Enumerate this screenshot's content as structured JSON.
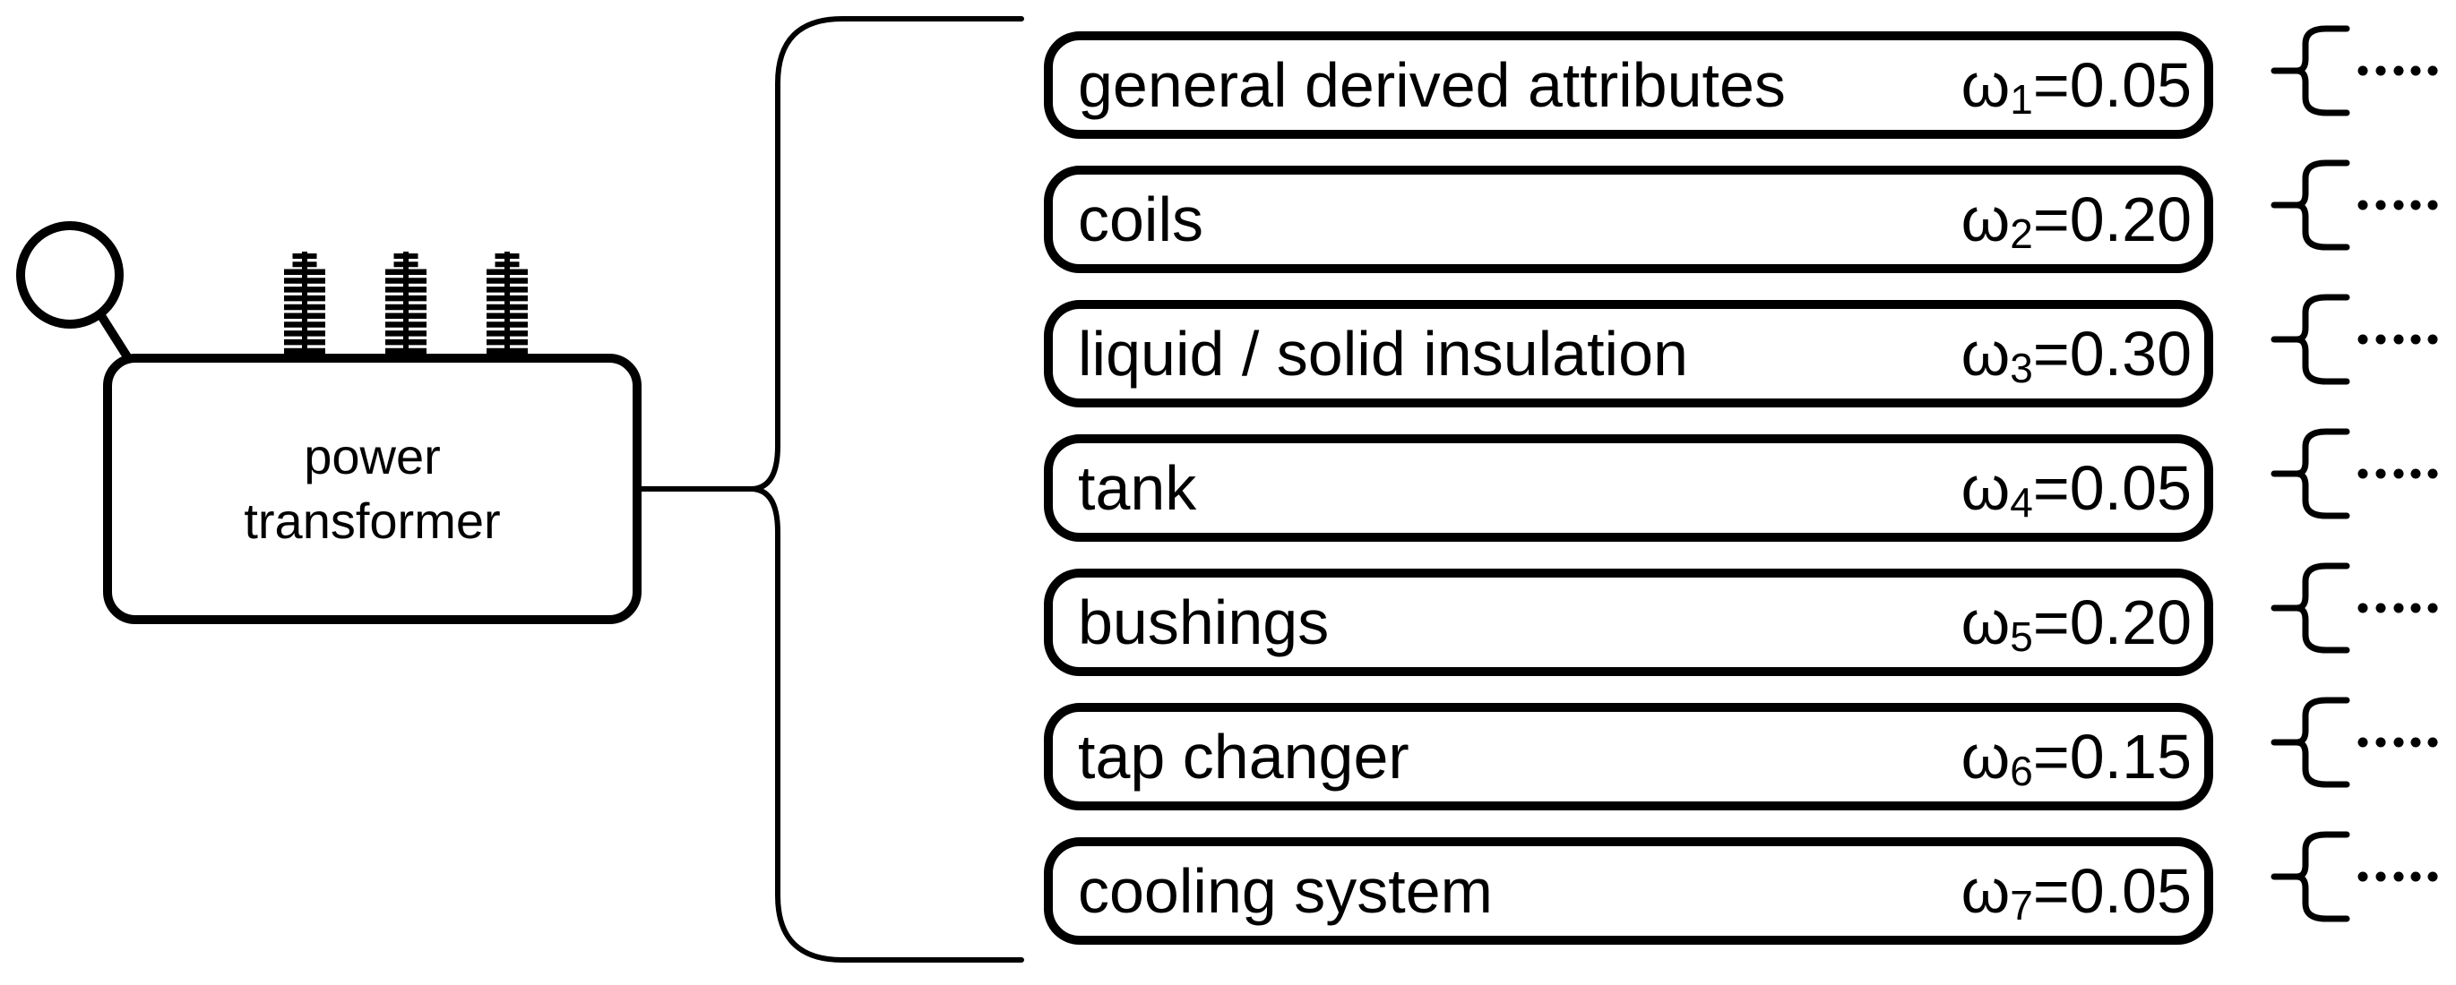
{
  "figure": {
    "node": {
      "line1": "power",
      "line2": "transformer"
    },
    "branches": [
      {
        "label": "general derived attributes",
        "symbol": "ω",
        "sub": "1",
        "eq": "=0.05"
      },
      {
        "label": "coils",
        "symbol": "ω",
        "sub": "2",
        "eq": "=0.20"
      },
      {
        "label": "liquid / solid insulation",
        "symbol": "ω",
        "sub": "3",
        "eq": "=0.30"
      },
      {
        "label": "tank",
        "symbol": "ω",
        "sub": "4",
        "eq": "=0.05"
      },
      {
        "label": "bushings",
        "symbol": "ω",
        "sub": "5",
        "eq": "=0.20"
      },
      {
        "label": "tap changer",
        "symbol": "ω",
        "sub": "6",
        "eq": "=0.15"
      },
      {
        "label": "cooling system",
        "symbol": "ω",
        "sub": "7",
        "eq": "=0.05"
      }
    ],
    "colors": {
      "ink": "#000000",
      "background": "#ffffff"
    }
  }
}
